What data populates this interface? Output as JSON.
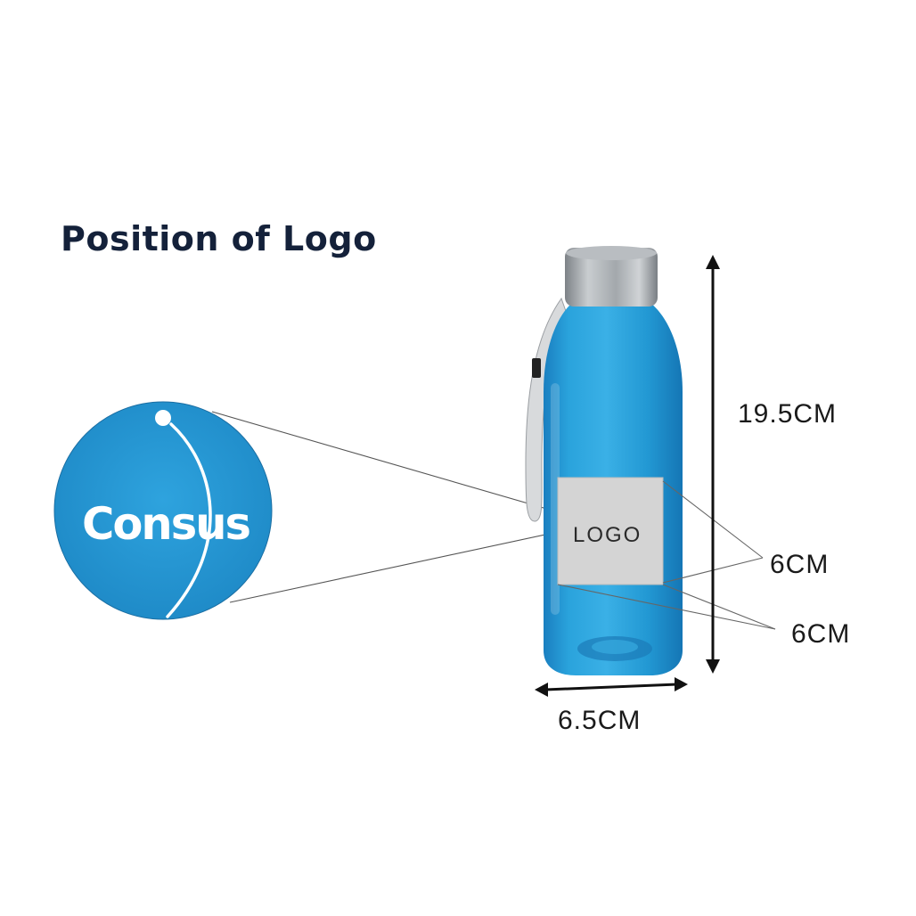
{
  "heading": "Position of Logo",
  "brand_logo": "Consus",
  "print_area_label": "LOGO",
  "dimensions": {
    "height": "19.5CM",
    "diameter": "6.5CM",
    "logo_width": "6CM",
    "logo_height": "6CM"
  },
  "colors": {
    "bottle": "#2a9fd6",
    "cap": "#a9aeb2",
    "circle": "#2493cf",
    "print_area": "#d4d4d4",
    "heading": "#14213a"
  },
  "icons": {
    "product": "water-bottle",
    "zoom": "magnified-logo-circle"
  }
}
